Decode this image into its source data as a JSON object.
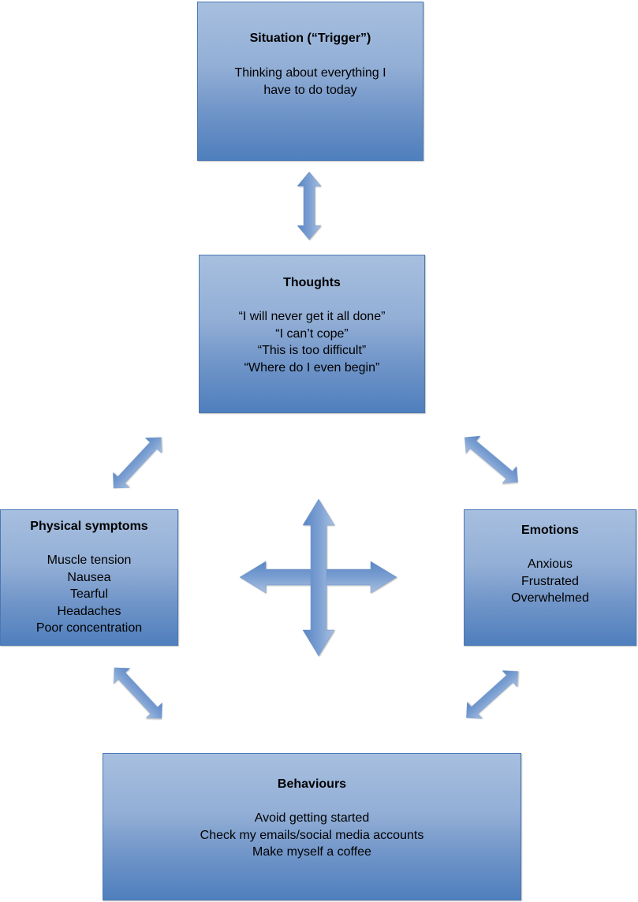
{
  "diagram": {
    "type": "cbt-cycle",
    "colors": {
      "box_top": "#a7bfdf",
      "box_bottom": "#4f7fbd",
      "border": "#4a78b3",
      "arrow_light": "#a9c0e0",
      "arrow_dark": "#5a86c3"
    },
    "situation": {
      "title": "Situation (“Trigger”)",
      "lines": [
        "Thinking about everything I",
        "have to do today"
      ]
    },
    "thoughts": {
      "title": "Thoughts",
      "lines": [
        "“I will never get it all done”",
        "“I can’t cope”",
        "“This is too difficult”",
        "“Where do I even begin”"
      ]
    },
    "physical_symptoms": {
      "title": "Physical symptoms",
      "lines": [
        "Muscle tension",
        "Nausea",
        "Tearful",
        "Headaches",
        "Poor concentration"
      ]
    },
    "emotions": {
      "title": "Emotions",
      "lines": [
        "Anxious",
        "Frustrated",
        "Overwhelmed"
      ]
    },
    "behaviours": {
      "title": "Behaviours",
      "lines": [
        "Avoid getting started",
        "Check my emails/social media accounts",
        "Make myself a coffee"
      ]
    },
    "connections": [
      {
        "from": "situation",
        "to": "thoughts",
        "icon": "double-arrow-vertical-icon"
      },
      {
        "from": "thoughts",
        "to": "physical_symptoms",
        "icon": "double-arrow-diagonal-icon"
      },
      {
        "from": "thoughts",
        "to": "emotions",
        "icon": "double-arrow-diagonal-icon"
      },
      {
        "from": "physical_symptoms",
        "to": "behaviours",
        "icon": "double-arrow-diagonal-icon"
      },
      {
        "from": "emotions",
        "to": "behaviours",
        "icon": "double-arrow-diagonal-icon"
      },
      {
        "from": "center",
        "to": "all",
        "icon": "four-way-arrow-icon"
      }
    ]
  }
}
